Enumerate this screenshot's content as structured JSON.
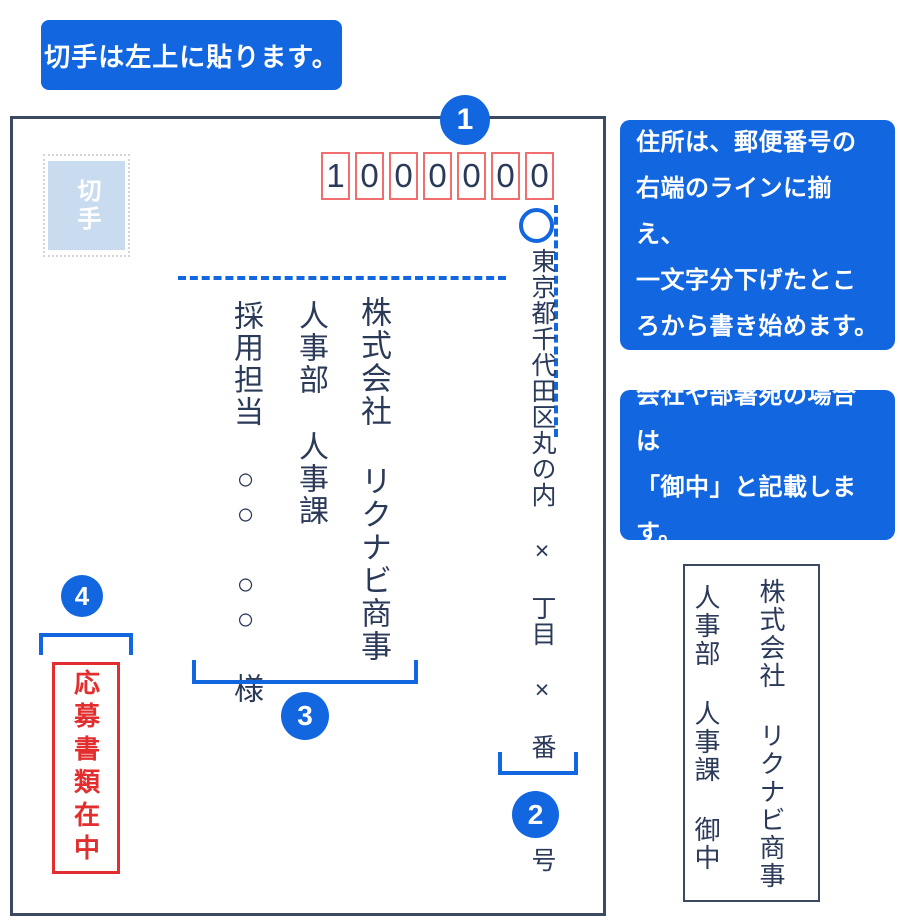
{
  "colors": {
    "accent_blue": "#1266DF",
    "text_navy": "#2B3A59",
    "envelope_border": "#3B4963",
    "postal_frame_red": "#F06E6E",
    "enclosure_red": "#E22E2E",
    "stamp_fill_blue": "#C9DCEF"
  },
  "banner": {
    "text": "切手は左上に貼ります。"
  },
  "envelope": {
    "stamp_label": "切手",
    "postal_code": {
      "digits": [
        "1",
        "0",
        "0",
        "0",
        "0",
        "0",
        "0"
      ]
    },
    "address": "東京都千代田区丸の内 × 丁目 × 番 × 号",
    "recipient": {
      "company": "株式会社 リクナビ商事",
      "department": "人事部 人事課",
      "person": "採用担当 ○○ ○○ 様"
    },
    "enclosure_stamp": "応募書類在中",
    "markers": {
      "m1": "1",
      "m2": "2",
      "m3": "3",
      "m4": "4"
    }
  },
  "notes": [
    {
      "lines": [
        "住所は、郵便番号の",
        "右端のラインに揃え、",
        "一文字分下げたとこ",
        "ろから書き始めます。"
      ]
    },
    {
      "lines": [
        "会社や部署宛の場合は",
        "「御中」と記載します。"
      ]
    }
  ],
  "example_box": {
    "company": "株式会社 リクナビ商事",
    "department": "人事部 人事課 御中"
  }
}
